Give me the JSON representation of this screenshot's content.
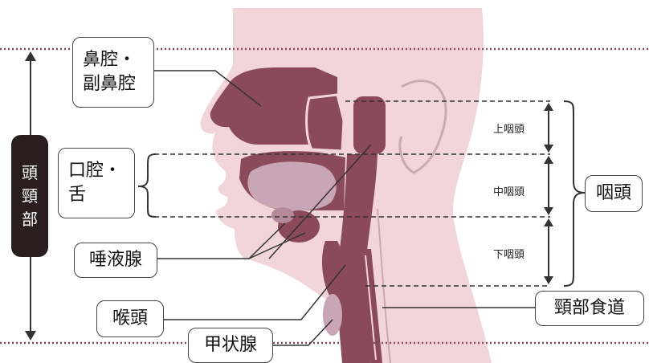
{
  "labels": {
    "nasal": [
      "鼻腔・",
      "副鼻腔"
    ],
    "oral": [
      "口腔・",
      "舌"
    ],
    "salivary": "唾液腺",
    "larynx": "喉頭",
    "thyroid": "甲状腺",
    "pharynx": "咽頭",
    "esophagus": "頸部食道",
    "upper_pharynx": "上咽頭",
    "middle_pharynx": "中咽頭",
    "lower_pharynx": "下咽頭",
    "head_neck": [
      "頭",
      "頸",
      "部"
    ]
  },
  "colors": {
    "skin": "#f2d5d9",
    "organ_dark": "#8a4a5a",
    "organ_mid": "#b48a9a",
    "organ_light": "#c9a6b5",
    "line": "#333333",
    "dotted": "#8a4a5a",
    "pill": "#2a1d1f"
  }
}
